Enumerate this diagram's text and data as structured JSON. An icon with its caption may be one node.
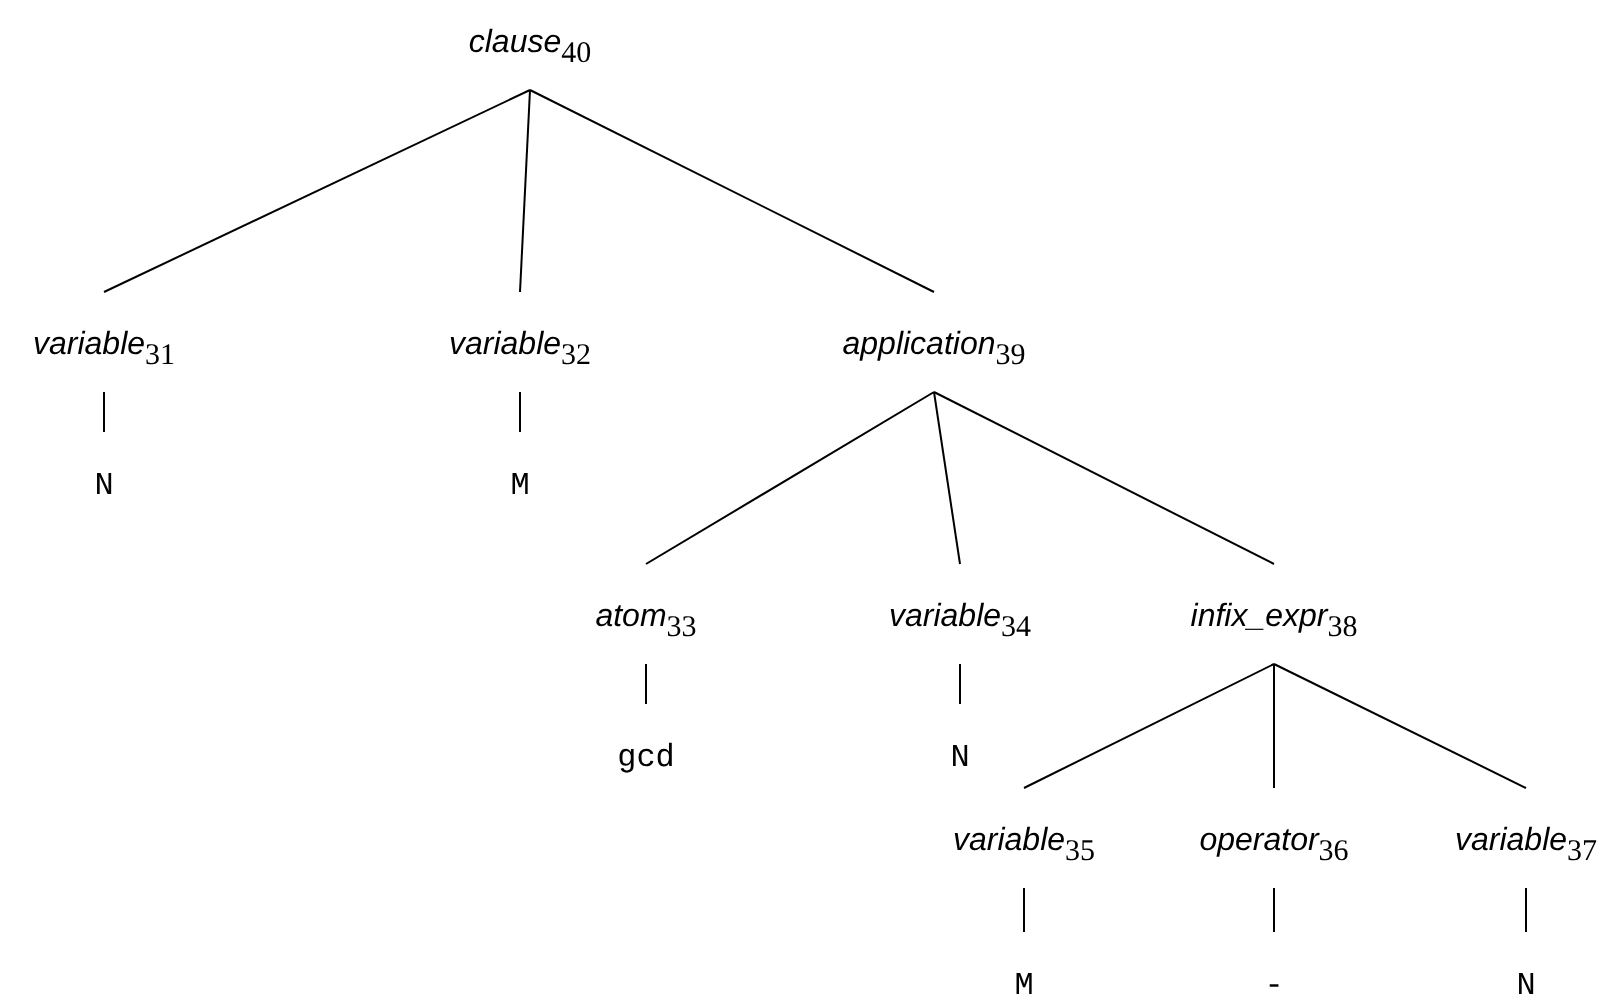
{
  "diagram": {
    "nodes": [
      {
        "text": [
          "*clause*$_{40}$"
        ]
      },
      {
        "text": [
          "*variable*$_{31}$"
        ]
      },
      {
        "text": [
          "*variable*$_{32}$"
        ]
      },
      {
        "text": [
          "*application*$_{39}$"
        ]
      },
      {
        "text": [
          "N"
        ]
      },
      {
        "text": [
          "M"
        ]
      },
      {
        "text": [
          "*atom*$_{33}$"
        ]
      },
      {
        "text": [
          "*variable*$_{34}$"
        ]
      },
      {
        "text": [
          "*infix_expr*$_{38}$"
        ]
      },
      {
        "text": [
          "gcd"
        ]
      },
      {
        "text": [
          "N"
        ]
      },
      {
        "text": [
          "*variable*$_{35}$"
        ]
      },
      {
        "text": [
          "*operator*$_{36}$"
        ]
      },
      {
        "text": [
          "*variable*$_{37}$"
        ]
      },
      {
        "text": [
          "M"
        ]
      },
      {
        "text": [
          "-"
        ]
      },
      {
        "text": [
          "N"
        ]
      }
    ],
    "edges": [
      {
        "from": 0,
        "to": 1,
        "arrow": "none"
      },
      {
        "from": 0,
        "to": 2,
        "arrow": "none"
      },
      {
        "from": 0,
        "to": 3,
        "arrow": "none"
      },
      {
        "from": 1,
        "to": 4,
        "arrow": "none"
      },
      {
        "from": 2,
        "to": 5,
        "arrow": "none"
      },
      {
        "from": 3,
        "to": 6,
        "arrow": "none"
      },
      {
        "from": 3,
        "to": 7,
        "arrow": "none"
      },
      {
        "from": 3,
        "to": 8,
        "arrow": "none"
      },
      {
        "from": 6,
        "to": 9,
        "arrow": "none"
      },
      {
        "from": 7,
        "to": 10,
        "arrow": "none"
      },
      {
        "from": 8,
        "to": 11,
        "arrow": "none"
      },
      {
        "from": 8,
        "to": 12,
        "arrow": "none"
      },
      {
        "from": 8,
        "to": 13,
        "arrow": "none"
      },
      {
        "from": 11,
        "to": 14,
        "arrow": "none"
      },
      {
        "from": 12,
        "to": 15,
        "arrow": "none"
      },
      {
        "from": 13,
        "to": 16,
        "arrow": "none"
      }
    ]
  }
}
